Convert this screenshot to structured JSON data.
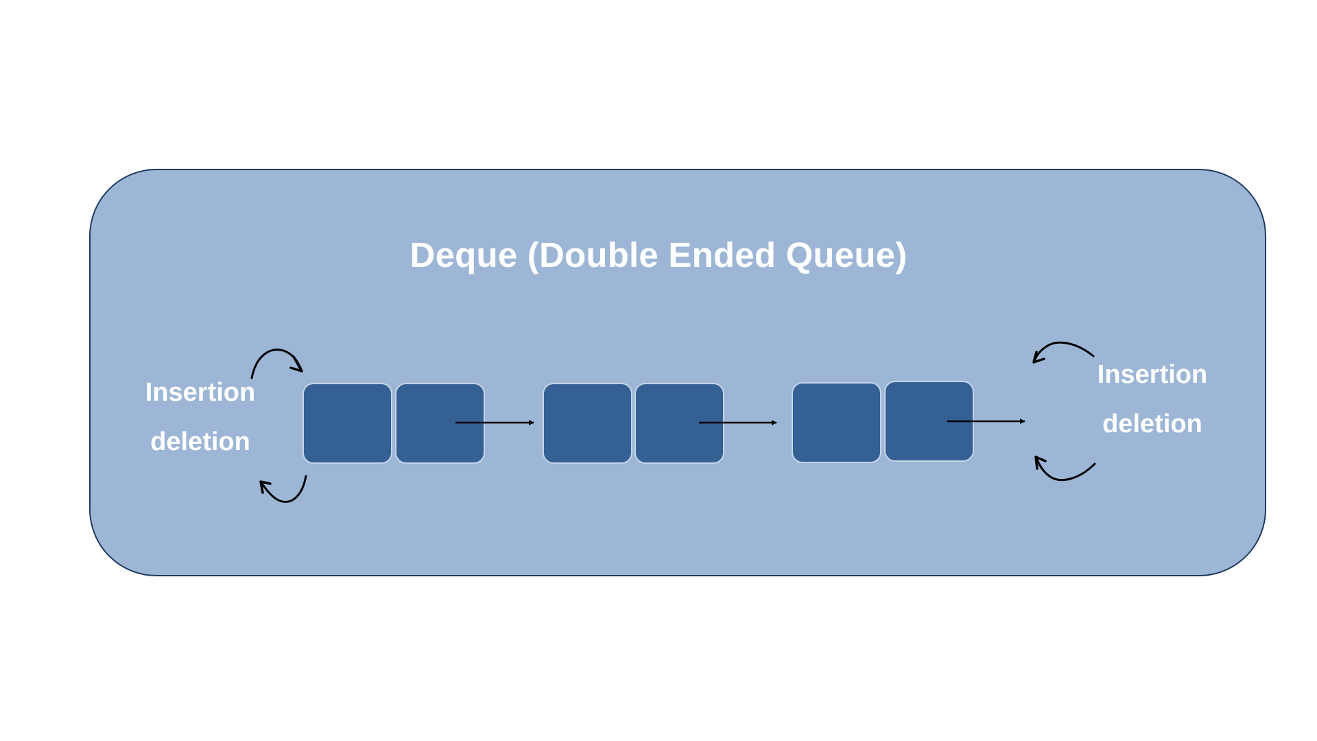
{
  "title": "Deque (Double Ended Queue)",
  "left_end": {
    "insertion_label": "Insertion",
    "deletion_label": "deletion"
  },
  "right_end": {
    "insertion_label": "Insertion",
    "deletion_label": "deletion"
  },
  "colors": {
    "panel_fill": "#9db6d6",
    "panel_border": "#1f3a5f",
    "node_fill": "#356093",
    "node_border": "#c6d5ea",
    "text": "#ffffff",
    "arrow": "#000000"
  }
}
